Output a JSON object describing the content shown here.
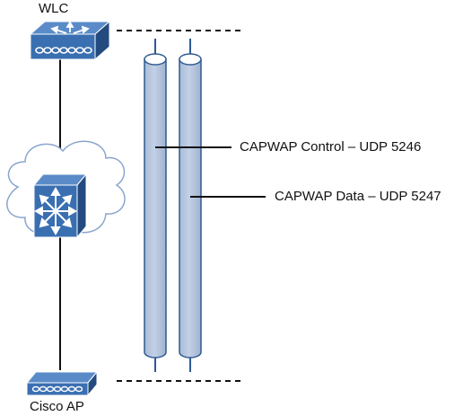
{
  "labels": {
    "wlc": "WLC",
    "cisco_ap": "Cisco AP",
    "capwap_control": "CAPWAP Control – UDP 5246",
    "capwap_data": "CAPWAP Data – UDP 5247"
  },
  "colors": {
    "device_blue": "#3a6fb1",
    "device_dark": "#234b7f",
    "tunnel_fill": "#b3c3dc",
    "tunnel_stroke": "#2f5a92",
    "cloud_fill": "#ffffff",
    "cloud_stroke": "#8aa6cd",
    "line": "#111111"
  },
  "icons": {
    "wlc": "wireless-lan-controller-icon",
    "switch": "multilayer-switch-icon",
    "ap": "access-point-icon",
    "cloud": "network-cloud-icon"
  }
}
